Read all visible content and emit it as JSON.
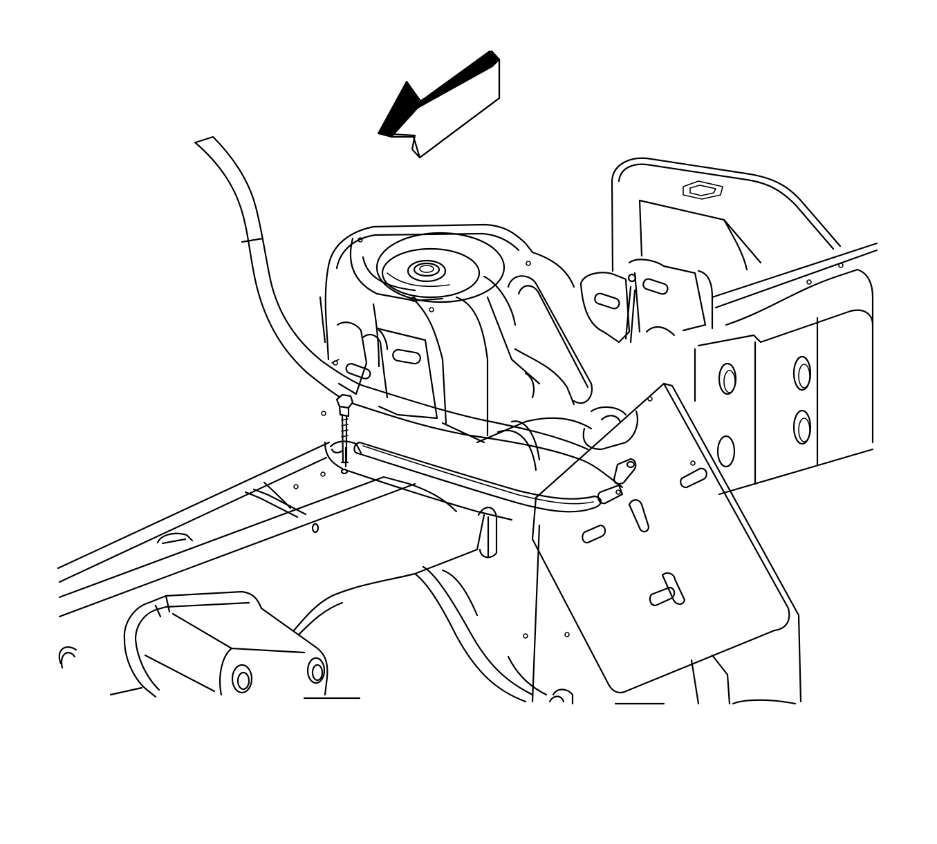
{
  "diagram": {
    "ink_color": "#000000",
    "paper_color": "#ffffff",
    "view_arrow": {
      "icon": "forward-direction-arrow-icon"
    },
    "parts": [
      {
        "name": "vehicle-frame-crossmember",
        "icon": "frame-crossmember-icon"
      },
      {
        "name": "spring-seat-bracket",
        "icon": "spring-seat-icon"
      },
      {
        "name": "wiring-harness-cable",
        "icon": "cable-icon"
      },
      {
        "name": "harness-retaining-bolt",
        "icon": "bolt-icon"
      },
      {
        "name": "harness-clip",
        "icon": "clip-icon"
      },
      {
        "name": "frame-side-rail",
        "icon": "frame-rail-icon"
      },
      {
        "name": "mounting-plate",
        "icon": "mounting-plate-icon"
      }
    ]
  }
}
